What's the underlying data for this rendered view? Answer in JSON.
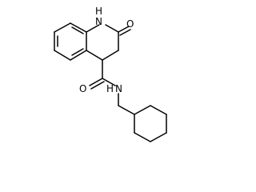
{
  "molecule": {
    "atoms": [
      {
        "id": "n1",
        "label": "N"
      },
      {
        "id": "h1",
        "label": "H"
      },
      {
        "id": "o2",
        "label": "O"
      },
      {
        "id": "o_amide",
        "label": "O"
      },
      {
        "id": "n_amide",
        "label": "N"
      },
      {
        "id": "h_amide",
        "label": "H"
      }
    ]
  }
}
